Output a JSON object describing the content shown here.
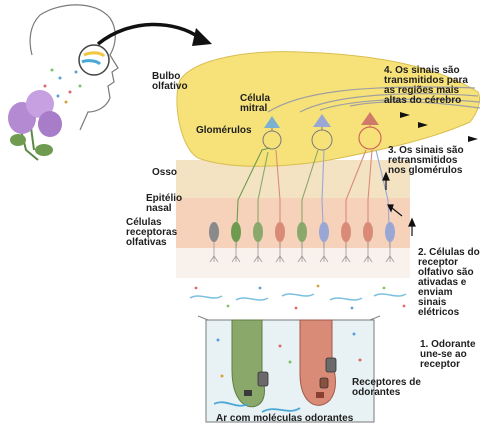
{
  "labels": {
    "bulbo": [
      "Bulbo",
      "olfativo"
    ],
    "celula_mitral": [
      "Célula",
      "mitral"
    ],
    "glomerulos": "Glomérulos",
    "osso": "Osso",
    "epitelio": [
      "Epitélio",
      "nasal"
    ],
    "celulas_receptoras": [
      "Células",
      "receptoras",
      "olfativas"
    ],
    "step4": [
      "4. Os sinais são",
      "transmitidos para",
      "as regiões mais",
      "altas do cérebro"
    ],
    "step3": [
      "3. Os sinais são",
      "retransmitidos",
      "nos glomérulos"
    ],
    "step2": [
      "2. Células do",
      "receptor",
      "olfativo são",
      "ativadas e",
      "enviam",
      "sinais",
      "elétricos"
    ],
    "step1": [
      "1. Odorante",
      "une-se ao",
      "receptor"
    ],
    "receptores": [
      "Receptores de",
      "odorantes"
    ],
    "ar": "Ar com moléculas odorantes"
  },
  "colors": {
    "bulb": "#f7e27a",
    "bone": "#f4e3c3",
    "epithelium": "#f6d2bb",
    "receptor_green": "#8aa86a",
    "receptor_red": "#d98b78",
    "mitral": "#9aa7d4",
    "inset_bg": "#e8f2f5"
  }
}
